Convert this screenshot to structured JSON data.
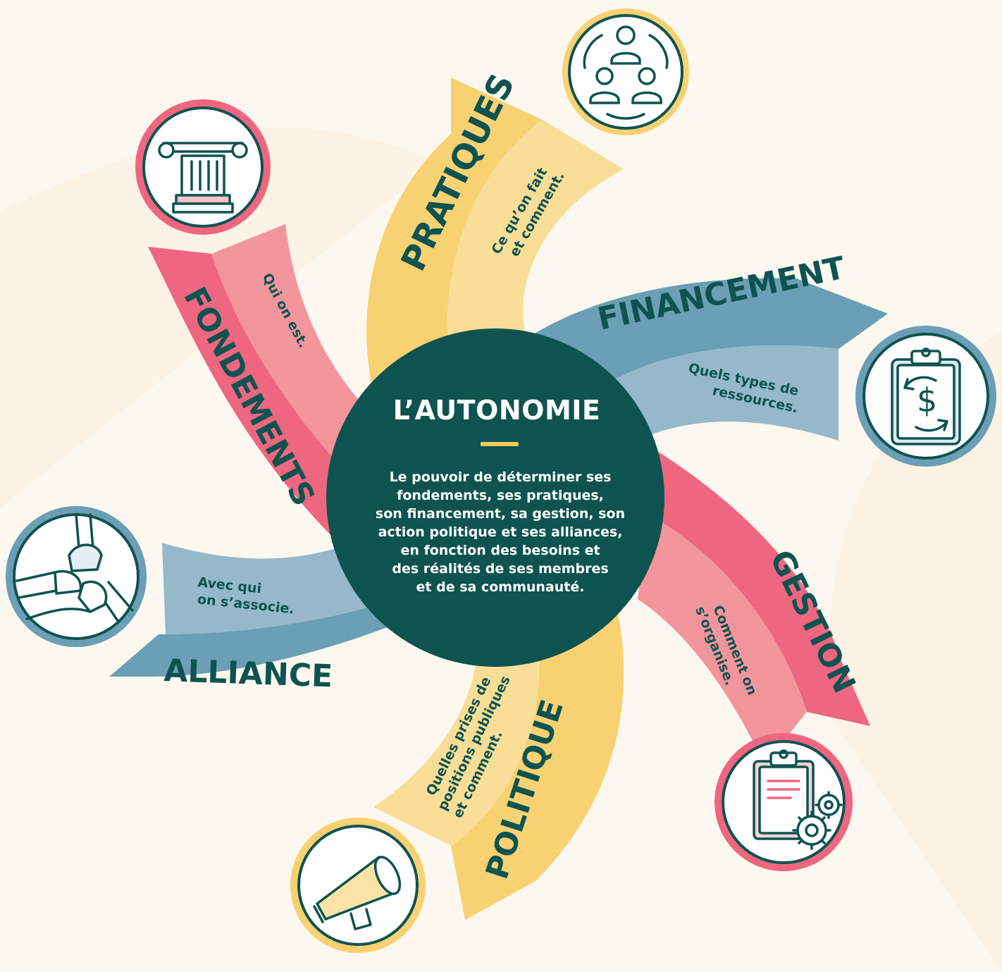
{
  "center": {
    "title": "L’AUTONOMIE",
    "description_lines": [
      "Le pouvoir de déterminer ses",
      "fondements, ses pratiques,",
      "son financement, sa gestion, son",
      "action politique et ses alliances,",
      "en fonction des besoins et",
      "des réalités de ses membres",
      "et de sa communauté."
    ]
  },
  "colors": {
    "background": "#FDF8EF",
    "center_fill": "#0E5350",
    "accent_yellow": "#F5C75B",
    "pink_dark": "#EF6680",
    "pink_light": "#F3959D",
    "yellow_dark": "#F8D172",
    "yellow_light": "#FADD97",
    "blue_dark": "#6A9FB5",
    "blue_light": "#95B8CA",
    "icon_stroke": "#0E5350"
  },
  "arms": [
    {
      "title": "PRATIQUES",
      "subtitle_lines": [
        "Ce qu’on fait",
        "et comment."
      ],
      "icon": "team-people-icon"
    },
    {
      "title": "FINANCEMENT",
      "subtitle_lines": [
        "Quels types de",
        "ressources."
      ],
      "icon": "clipboard-dollar-icon"
    },
    {
      "title": "GESTION",
      "subtitle_lines": [
        "Comment on",
        "s’organise."
      ],
      "icon": "clipboard-gears-icon"
    },
    {
      "title": "POLITIQUE",
      "subtitle_lines": [
        "Quelles prises de",
        "positions publiques",
        "et comment."
      ],
      "icon": "megaphone-icon"
    },
    {
      "title": "ALLIANCE",
      "subtitle_lines": [
        "Avec qui",
        "on s’associe."
      ],
      "icon": "joined-hands-icon"
    },
    {
      "title": "FONDEMENTS",
      "subtitle_lines": [
        "Qui on est."
      ],
      "icon": "column-pillar-icon"
    }
  ]
}
